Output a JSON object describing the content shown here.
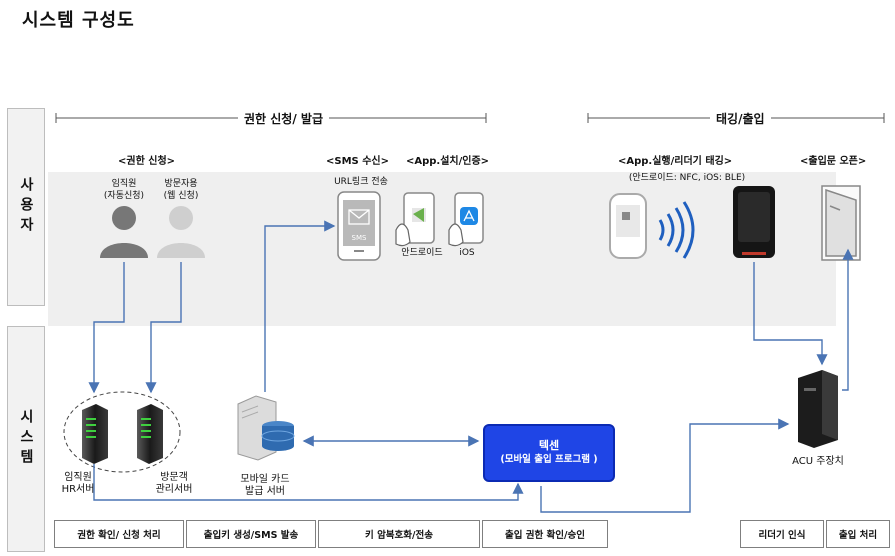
{
  "title": "시스템 구성도",
  "sections": {
    "left": "권한 신청/ 발급",
    "right": "태깅/출입"
  },
  "lanes": {
    "user": "사용자",
    "system": "시스템"
  },
  "columns": {
    "apply": "<권한 신청>",
    "sms": "<SMS 수신>",
    "app_install": "<App.설치/인증>",
    "app_tag": "<App.실행/리더기 태깅>",
    "door_open": "<출입문 오픈>"
  },
  "users": {
    "employee": {
      "line1": "임직원",
      "line2": "(자동신청)"
    },
    "visitor": {
      "line1": "방문자용",
      "line2": "(웹 신청)"
    }
  },
  "sms": {
    "caption": "URL링크 전송",
    "phone_label": "SMS"
  },
  "app": {
    "android": "안드로이드",
    "ios": "iOS"
  },
  "tag": {
    "caption": "(안드로이드: NFC, iOS: BLE)"
  },
  "servers": {
    "hr": {
      "line1": "임직원",
      "line2": "HR서버"
    },
    "visitor": {
      "line1": "방문객",
      "line2": "관리서버"
    },
    "card": {
      "line1": "모바일 카드",
      "line2": "발급 서버"
    }
  },
  "teksen": {
    "line1": "텍센",
    "line2": "(모바일 출입 프로그램 )"
  },
  "acu": "ACU 주장치",
  "steps": [
    "권한 확인/ 신청 처리",
    "출입키 생성/SMS 발송",
    "키 암복호화/전송",
    "출입 권한 확인/승인",
    "리더기 인식",
    "출입 처리"
  ],
  "colors": {
    "arrow": "#4a74b4",
    "teksen": "#1f45e6",
    "lane": "#efefef"
  }
}
